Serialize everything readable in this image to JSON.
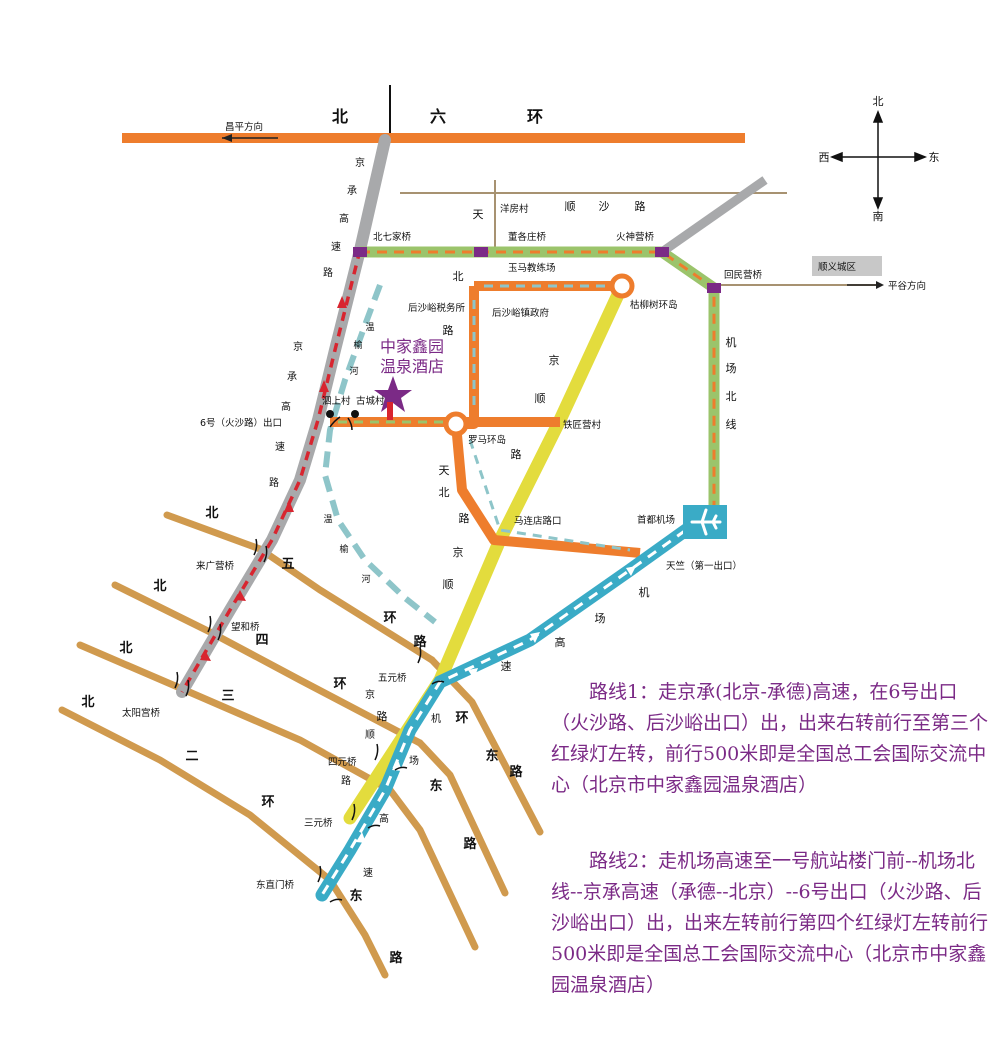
{
  "hotel": {
    "name_line1": "中家鑫园",
    "name_line2": "温泉酒店"
  },
  "roads": {
    "ring6": {
      "chars": [
        "北",
        "六",
        "环"
      ]
    },
    "ring5": {
      "chars": [
        "北",
        "五",
        "环",
        "路"
      ]
    },
    "ring4": {
      "chars": [
        "北",
        "四",
        "环",
        "东",
        "路"
      ]
    },
    "ring3": {
      "chars": [
        "北",
        "三",
        "环",
        "东",
        "路"
      ]
    },
    "ring2": {
      "chars": [
        "北",
        "二",
        "环",
        "东",
        "路"
      ]
    },
    "jingcheng_north": {
      "chars": [
        "京",
        "承",
        "高",
        "速",
        "路"
      ]
    },
    "jingcheng_south": {
      "chars": [
        "京",
        "承",
        "高",
        "速",
        "路"
      ]
    },
    "tianbei_north": {
      "chars": [
        "天",
        "北",
        "路"
      ]
    },
    "tianbei_south": {
      "chars": [
        "天",
        "北",
        "路"
      ]
    },
    "jingshun_north": {
      "chars": [
        "京",
        "顺",
        "路"
      ]
    },
    "jingshun_south": {
      "chars": [
        "京",
        "顺",
        "路"
      ]
    },
    "jingshun_inner": {
      "chars": [
        "京",
        "顺",
        "路"
      ]
    },
    "shunsha": {
      "chars": [
        "顺",
        "沙",
        "路"
      ]
    },
    "airport_north_line": {
      "chars": [
        "机",
        "场",
        "北",
        "线"
      ]
    },
    "airport_expressway": {
      "chars": [
        "机",
        "场",
        "高",
        "速"
      ]
    },
    "airport_inner": {
      "chars": [
        "机",
        "场",
        "高",
        "速"
      ]
    },
    "wenyu_river_1": {
      "chars": [
        "温",
        "榆",
        "河"
      ]
    },
    "wenyu_river_2": {
      "chars": [
        "温",
        "榆",
        "河"
      ]
    }
  },
  "places": {
    "changping": "昌平方向",
    "pinggu": "平谷方向",
    "shunyi": "顺义城区",
    "beiqijia_bridge": "北七家桥",
    "donggezhuang_bridge": "董各庄桥",
    "huoshenying_bridge": "火神营桥",
    "huiminying_bridge": "回民营桥",
    "yangfang_village": "洋房村",
    "yuma_school": "玉马教练场",
    "kuliushu_roundabout": "枯柳树环岛",
    "tax_office": "后沙峪税务所",
    "town_gov": "后沙峪镇政府",
    "sishang_village": "泗上村",
    "gucheng_village": "古城村",
    "exit6": "6号（火沙路）出口",
    "luoma_roundabout": "罗马环岛",
    "tiejiangying_village": "铁匠营村",
    "malian_road_exit": "马连店路口",
    "capital_airport": "首都机场",
    "tianzhu_exit": "天竺（第一出口）",
    "laiguangying_bridge": "来广营桥",
    "wanghe_bridge": "望和桥",
    "taiyanggong_bridge": "太阳宫桥",
    "wuyuan_bridge": "五元桥",
    "siyuan_bridge": "四元桥",
    "sanyuan_bridge": "三元桥",
    "dongzhimen_bridge": "东直门桥"
  },
  "compass": {
    "north": "北",
    "south": "南",
    "east": "东",
    "west": "西"
  },
  "routes": {
    "route1": "路线1：走京承(北京-承德)高速，在6号出口（火沙路、后沙峪出口）出，出来右转前行至第三个红绿灯左转，前行500米即是全国总工会国际交流中心（北京市中家鑫园温泉酒店）",
    "route2": "路线2：走机场高速至一号航站楼门前--机场北线--京承高速（承德--北京）--6号出口（火沙路、后沙峪出口）出，出来左转前行第四个红绿灯左转前行500米即是全国总工会国际交流中心（北京市中家鑫园温泉酒店）"
  },
  "colors": {
    "ring_brown": "#d09a4e",
    "ring6_orange": "#ee7d2d",
    "jingcheng_gray": "#a8a9ab",
    "route_red": "#d8252f",
    "local_orange": "#ee7d2d",
    "green_road": "#9bc46b",
    "jingshun_yellow": "#e3dc3d",
    "airport_blue": "#3aabc6",
    "river_teal": "#8ec5c9",
    "road_tan": "#a79271",
    "hotel_purple": "#7b2a86"
  }
}
